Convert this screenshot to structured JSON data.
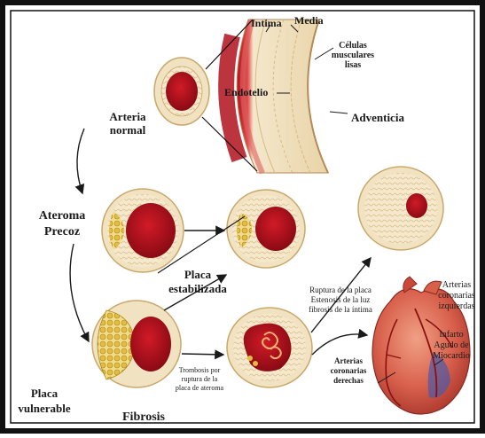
{
  "colors": {
    "frame": "#111111",
    "lumen": "#b0101c",
    "lumen_dark": "#7a0a12",
    "wall": "#f3e4c4",
    "wall_edge": "#c9a86a",
    "lipid": "#e6c24a",
    "lipid_edge": "#a9861e",
    "heart": "#c94a3c",
    "heart_light": "#e58a6e",
    "coronary": "#8a1010",
    "infarct": "#4a5aa8",
    "text": "#1a1a1a"
  },
  "labels": {
    "intima": "Intima",
    "media": "Media",
    "celulas_line1": "Células",
    "celulas_line2": "musculares",
    "celulas_line3": "lisas",
    "endotelio": "Endotelio",
    "adventicia": "Adventicia",
    "arteria_line1": "Arteria",
    "arteria_line2": "normal",
    "ateroma_line1": "Ateroma",
    "ateroma_line2": "Precoz",
    "placa_estab_line1": "Placa",
    "placa_estab_line2": "estabilizada",
    "placa_vuln_line1": "Placa",
    "placa_vuln_line2": "vulnerable",
    "fibrosis": "Fibrosis",
    "trombosis_line1": "Trombosis por",
    "trombosis_line2": "ruptura de la",
    "trombosis_line3": "placa de ateroma",
    "ruptura_line1": "Ruptura de la placa",
    "ruptura_line2": "Estenosis de la luz",
    "ruptura_line3": "fibrosis de la íntima",
    "izq_line1": "Arterias",
    "izq_line2": "coronarias",
    "izq_line3": "izquierdas",
    "infarto_line1": "Infarto",
    "infarto_line2": "Agudo de",
    "infarto_line3": "Miocardio",
    "der_line1": "Arterias",
    "der_line2": "coronarias",
    "der_line3": "derechas"
  }
}
